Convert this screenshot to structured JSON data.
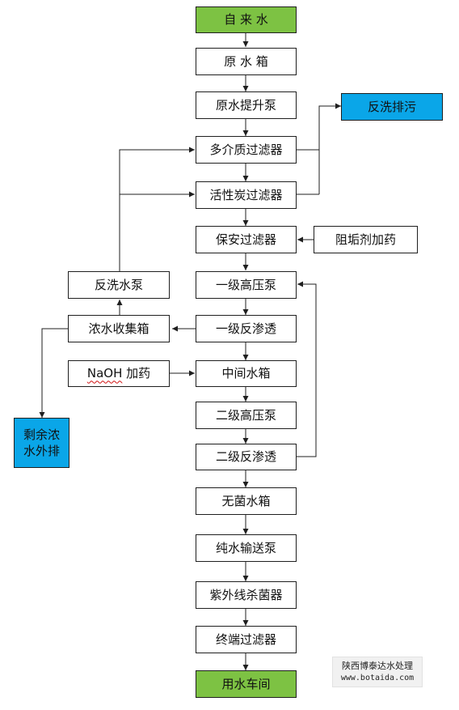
{
  "nodes": {
    "tap_water": "自 来 水",
    "raw_tank": "原 水 箱",
    "raw_lift_pump": "原水提升泵",
    "multimedia_filter": "多介质过滤器",
    "carbon_filter": "活性炭过滤器",
    "backwash_drain": "反洗排污",
    "security_filter": "保安过滤器",
    "antiscalant": "阻垢剂加药",
    "hp_pump_1": "一级高压泵",
    "ro_1": "一级反渗透",
    "backwash_pump": "反洗水泵",
    "concentrate_tank": "浓水收集箱",
    "residue_drain_line1": "剩余浓",
    "residue_drain_line2": "水外排",
    "naoh_chem": "NaOH",
    "naoh_suffix": " 加药",
    "middle_tank": "中间水箱",
    "hp_pump_2": "二级高压泵",
    "ro_2": "二级反渗透",
    "sterile_tank": "无菌水箱",
    "pure_pump": "纯水输送泵",
    "uv_sterilizer": "紫外线杀菌器",
    "terminal_filter": "终端过滤器",
    "workshop": "用水车间"
  },
  "watermark": {
    "company": "陕西博泰达水处理",
    "url": "www.botaida.com"
  },
  "colors": {
    "start_end": "#7dc243",
    "drain": "#0aa6e8",
    "line": "#1f1f1f"
  }
}
